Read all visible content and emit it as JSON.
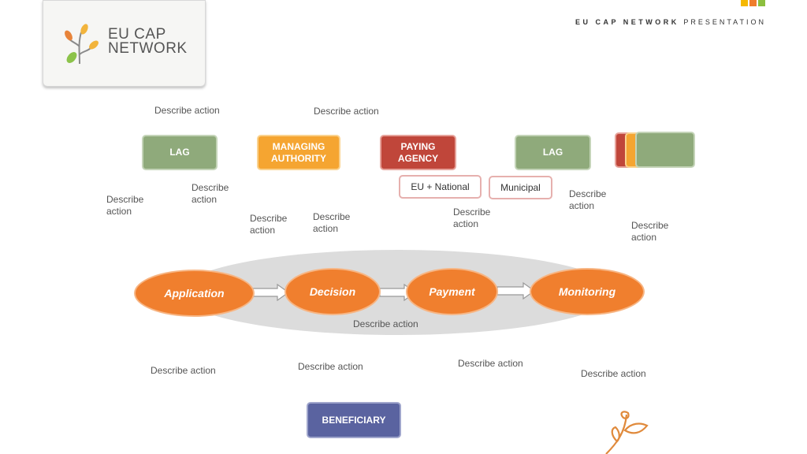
{
  "logo": {
    "line1": "EU CAP",
    "line2": "NETWORK"
  },
  "header": {
    "bold": "EU CAP NETWORK",
    "light": "PRESENTATION"
  },
  "top_boxes": {
    "lag_left": "LAG",
    "managing_authority": [
      "MANAGING",
      "AUTHORITY"
    ],
    "paying_agency": [
      "PAYING",
      "AGENCY"
    ],
    "lag_right": "LAG"
  },
  "pills": {
    "eu_national": "EU + National",
    "municipal": "Municipal"
  },
  "process": {
    "steps": [
      "Application",
      "Decision",
      "Payment",
      "Monitoring"
    ]
  },
  "beneficiary": "BENEFICIARY",
  "labels": {
    "top_1": "Describe action",
    "top_2": "Describe action",
    "mid_1": [
      "Describe",
      "action"
    ],
    "mid_2": [
      "Describe",
      "action"
    ],
    "mid_3": [
      "Describe",
      "action"
    ],
    "mid_4": [
      "Describe",
      "action"
    ],
    "mid_5": [
      "Describe",
      "action"
    ],
    "mid_6": [
      "Describe",
      "action"
    ],
    "mid_7": [
      "Describe",
      "action"
    ],
    "center": "Describe action",
    "bottom_1": "Describe action",
    "bottom_2": "Describe action",
    "bottom_3": "Describe action",
    "bottom_4": "Describe action"
  },
  "colors": {
    "lag_green": "#8faa7b",
    "managing_orange": "#f5a531",
    "paying_red": "#c0463a",
    "process_orange": "#f07f2e",
    "beneficiary_blue": "#5a63a0",
    "band_gray": "#dcdcdc"
  }
}
